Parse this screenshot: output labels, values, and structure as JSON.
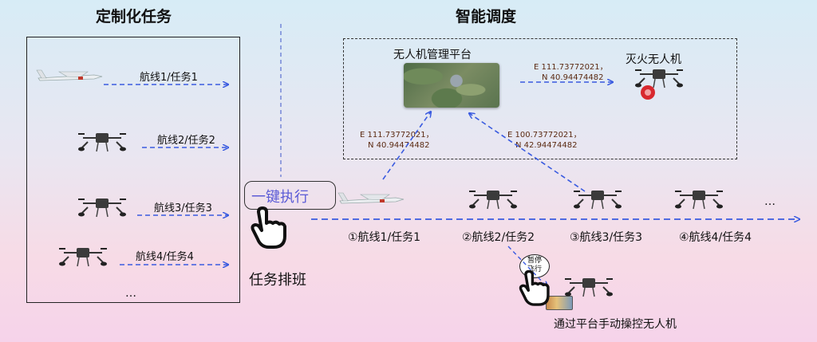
{
  "sections": {
    "left_title": "定制化任务",
    "right_title": "智能调度"
  },
  "left_panel": {
    "routes": [
      "航线1/任务1",
      "航线2/任务2",
      "航线3/任务3",
      "航线4/任务4"
    ],
    "ellipsis": "…"
  },
  "exec_button": {
    "label": "一键执行"
  },
  "schedule_label": "任务排班",
  "platform": {
    "title": "无人机管理平台",
    "fire_drone_label": "灭火无人机",
    "coord_out": [
      "E  111.73772021，",
      "N 40.94474482"
    ],
    "coord_in_left": [
      "E  111.73772021，",
      "N 40.94474482"
    ],
    "coord_in_right": [
      "E  100.73772021，",
      "N 42.94474482"
    ]
  },
  "tasks": {
    "items": [
      "①航线1/任务1",
      "②航线2/任务2",
      "③航线3/任务3",
      "④航线4/任务4"
    ],
    "ellipsis": "…"
  },
  "pause_bubble": [
    "暂停",
    "飞行"
  ],
  "manual_label": "通过平台手动操控无人机",
  "colors": {
    "arrow": "#3a5be0",
    "fire_drone_accent": "#d8282f"
  }
}
